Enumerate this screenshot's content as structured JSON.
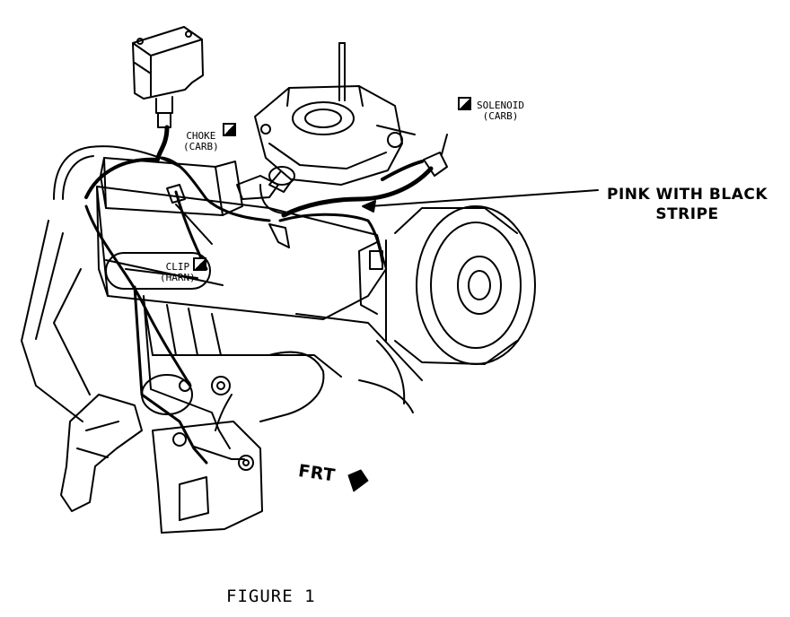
{
  "figure_caption": "FIGURE 1",
  "labels": {
    "choke": {
      "line1": "CHOKE",
      "line2": "(CARB)"
    },
    "solenoid": {
      "line1": "SOLENOID",
      "line2": "(CARB)"
    },
    "clip": {
      "line1": "CLIP",
      "line2": "(HARN)"
    },
    "wire": {
      "line1": "PINK WITH BLACK",
      "line2": "STRIPE"
    },
    "front": "FRT"
  },
  "colors": {
    "ink": "#000000",
    "paper": "#ffffff"
  }
}
